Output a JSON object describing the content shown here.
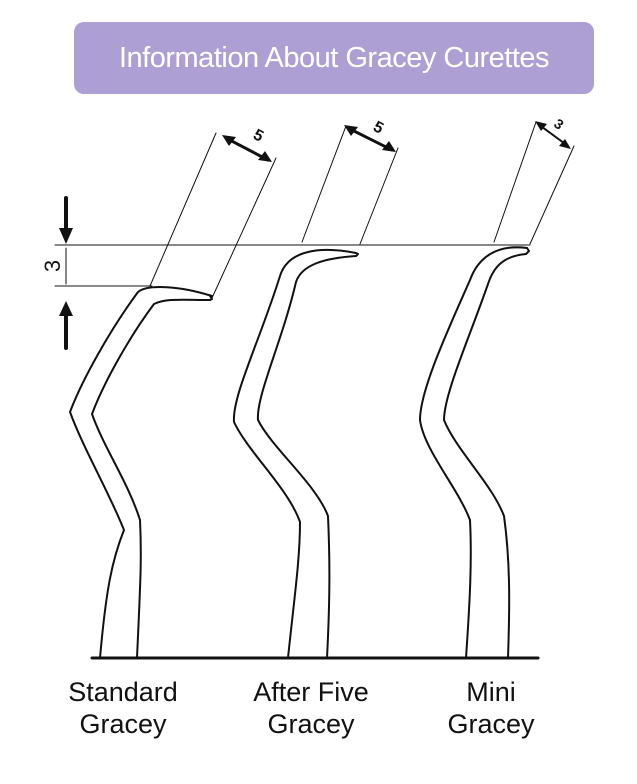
{
  "header": {
    "title": "Information About Gracey Curettes",
    "banner_color": "#ad9fd3"
  },
  "dimensions": {
    "vertical_offset": "3",
    "standard_blade": "5",
    "after_five_blade": "5",
    "mini_blade": "3"
  },
  "instruments": [
    {
      "line1": "Standard",
      "line2": "Gracey"
    },
    {
      "line1": "After Five",
      "line2": "Gracey"
    },
    {
      "line1": "Mini",
      "line2": "Gracey"
    }
  ],
  "colors": {
    "stroke": "#111111",
    "background": "#ffffff"
  }
}
